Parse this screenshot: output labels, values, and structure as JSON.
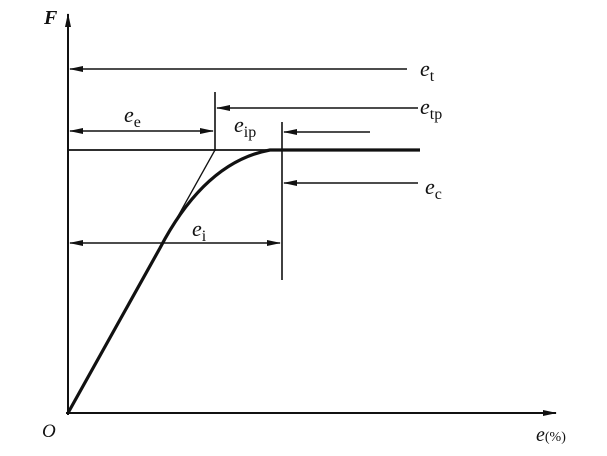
{
  "axes": {
    "y_label": "F",
    "origin_label": "O",
    "x_label_var": "e",
    "x_label_unit": "(%)"
  },
  "labels": {
    "et": {
      "var": "e",
      "sub": "t"
    },
    "etp": {
      "var": "e",
      "sub": "tp"
    },
    "ee": {
      "var": "e",
      "sub": "e"
    },
    "eip": {
      "var": "e",
      "sub": "ip"
    },
    "ec": {
      "var": "e",
      "sub": "c"
    },
    "ei": {
      "var": "e",
      "sub": "i"
    }
  }
}
